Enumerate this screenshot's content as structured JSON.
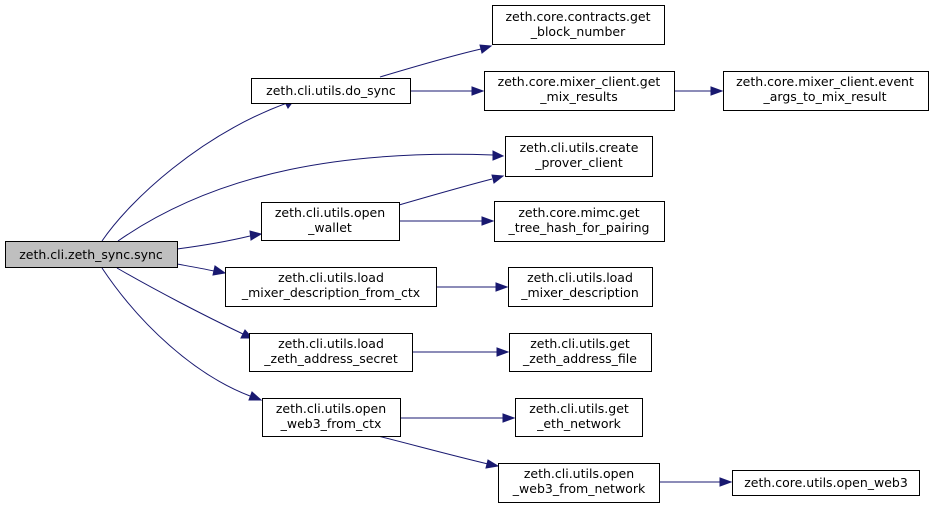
{
  "colors": {
    "edge": "#191970",
    "root_fill": "#bfbfbf",
    "node_fill": "#ffffff",
    "border": "#000000"
  },
  "nodes": {
    "root": {
      "lines": [
        "zeth.cli.zeth_sync.sync"
      ]
    },
    "do_sync": {
      "lines": [
        "zeth.cli.utils.do_sync"
      ]
    },
    "create_prover_client": {
      "lines": [
        "zeth.cli.utils.create",
        "_prover_client"
      ]
    },
    "open_wallet": {
      "lines": [
        "zeth.cli.utils.open",
        "_wallet"
      ]
    },
    "load_mixer_description_from_ctx": {
      "lines": [
        "zeth.cli.utils.load",
        "_mixer_description_from_ctx"
      ]
    },
    "load_zeth_address_secret": {
      "lines": [
        "zeth.cli.utils.load",
        "_zeth_address_secret"
      ]
    },
    "open_web3_from_ctx": {
      "lines": [
        "zeth.cli.utils.open",
        "_web3_from_ctx"
      ]
    },
    "get_block_number": {
      "lines": [
        "zeth.core.contracts.get",
        "_block_number"
      ]
    },
    "get_mix_results": {
      "lines": [
        "zeth.core.mixer_client.get",
        "_mix_results"
      ]
    },
    "event_args_to_mix_result": {
      "lines": [
        "zeth.core.mixer_client.event",
        "_args_to_mix_result"
      ]
    },
    "get_tree_hash_for_pairing": {
      "lines": [
        "zeth.core.mimc.get",
        "_tree_hash_for_pairing"
      ]
    },
    "load_mixer_description": {
      "lines": [
        "zeth.cli.utils.load",
        "_mixer_description"
      ]
    },
    "get_zeth_address_file": {
      "lines": [
        "zeth.cli.utils.get",
        "_zeth_address_file"
      ]
    },
    "get_eth_network": {
      "lines": [
        "zeth.cli.utils.get",
        "_eth_network"
      ]
    },
    "open_web3_from_network": {
      "lines": [
        "zeth.cli.utils.open",
        "_web3_from_network"
      ]
    },
    "open_web3": {
      "lines": [
        "zeth.core.utils.open_web3"
      ]
    }
  },
  "edges": [
    [
      "root",
      "do_sync"
    ],
    [
      "root",
      "create_prover_client"
    ],
    [
      "root",
      "open_wallet"
    ],
    [
      "root",
      "load_mixer_description_from_ctx"
    ],
    [
      "root",
      "load_zeth_address_secret"
    ],
    [
      "root",
      "open_web3_from_ctx"
    ],
    [
      "do_sync",
      "get_block_number"
    ],
    [
      "do_sync",
      "get_mix_results"
    ],
    [
      "get_mix_results",
      "event_args_to_mix_result"
    ],
    [
      "open_wallet",
      "create_prover_client"
    ],
    [
      "open_wallet",
      "get_tree_hash_for_pairing"
    ],
    [
      "load_mixer_description_from_ctx",
      "load_mixer_description"
    ],
    [
      "load_zeth_address_secret",
      "get_zeth_address_file"
    ],
    [
      "open_web3_from_ctx",
      "get_eth_network"
    ],
    [
      "open_web3_from_ctx",
      "open_web3_from_network"
    ],
    [
      "open_web3_from_network",
      "open_web3"
    ]
  ]
}
